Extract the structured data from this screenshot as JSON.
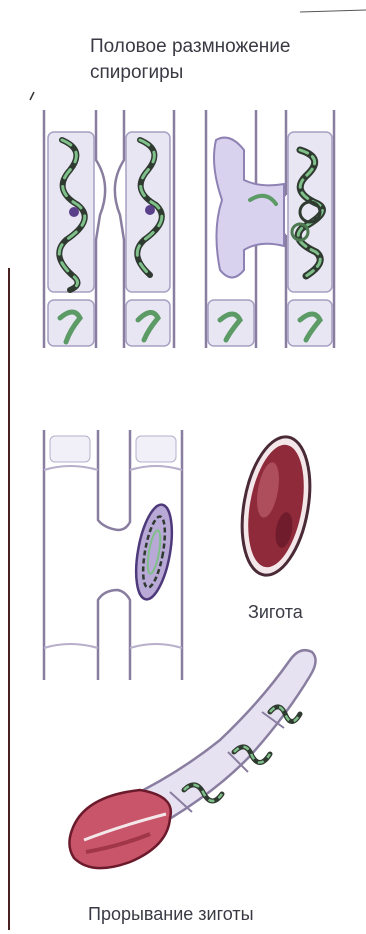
{
  "title": {
    "line1": "Половое размножение",
    "line2": "спирогиры"
  },
  "labels": {
    "zygote": "Зигота",
    "germination": "Прорывание зиготы"
  },
  "colors": {
    "cell_wall": "#8a7ea0",
    "chloroplast": "#7fc08a",
    "chloroplast_dark": "#2f3a30",
    "zygote": "#8e2a3a",
    "zygote_light": "#c96a78",
    "cytoplasm": "#d9d2ee",
    "page_edge": "#4a2020"
  }
}
